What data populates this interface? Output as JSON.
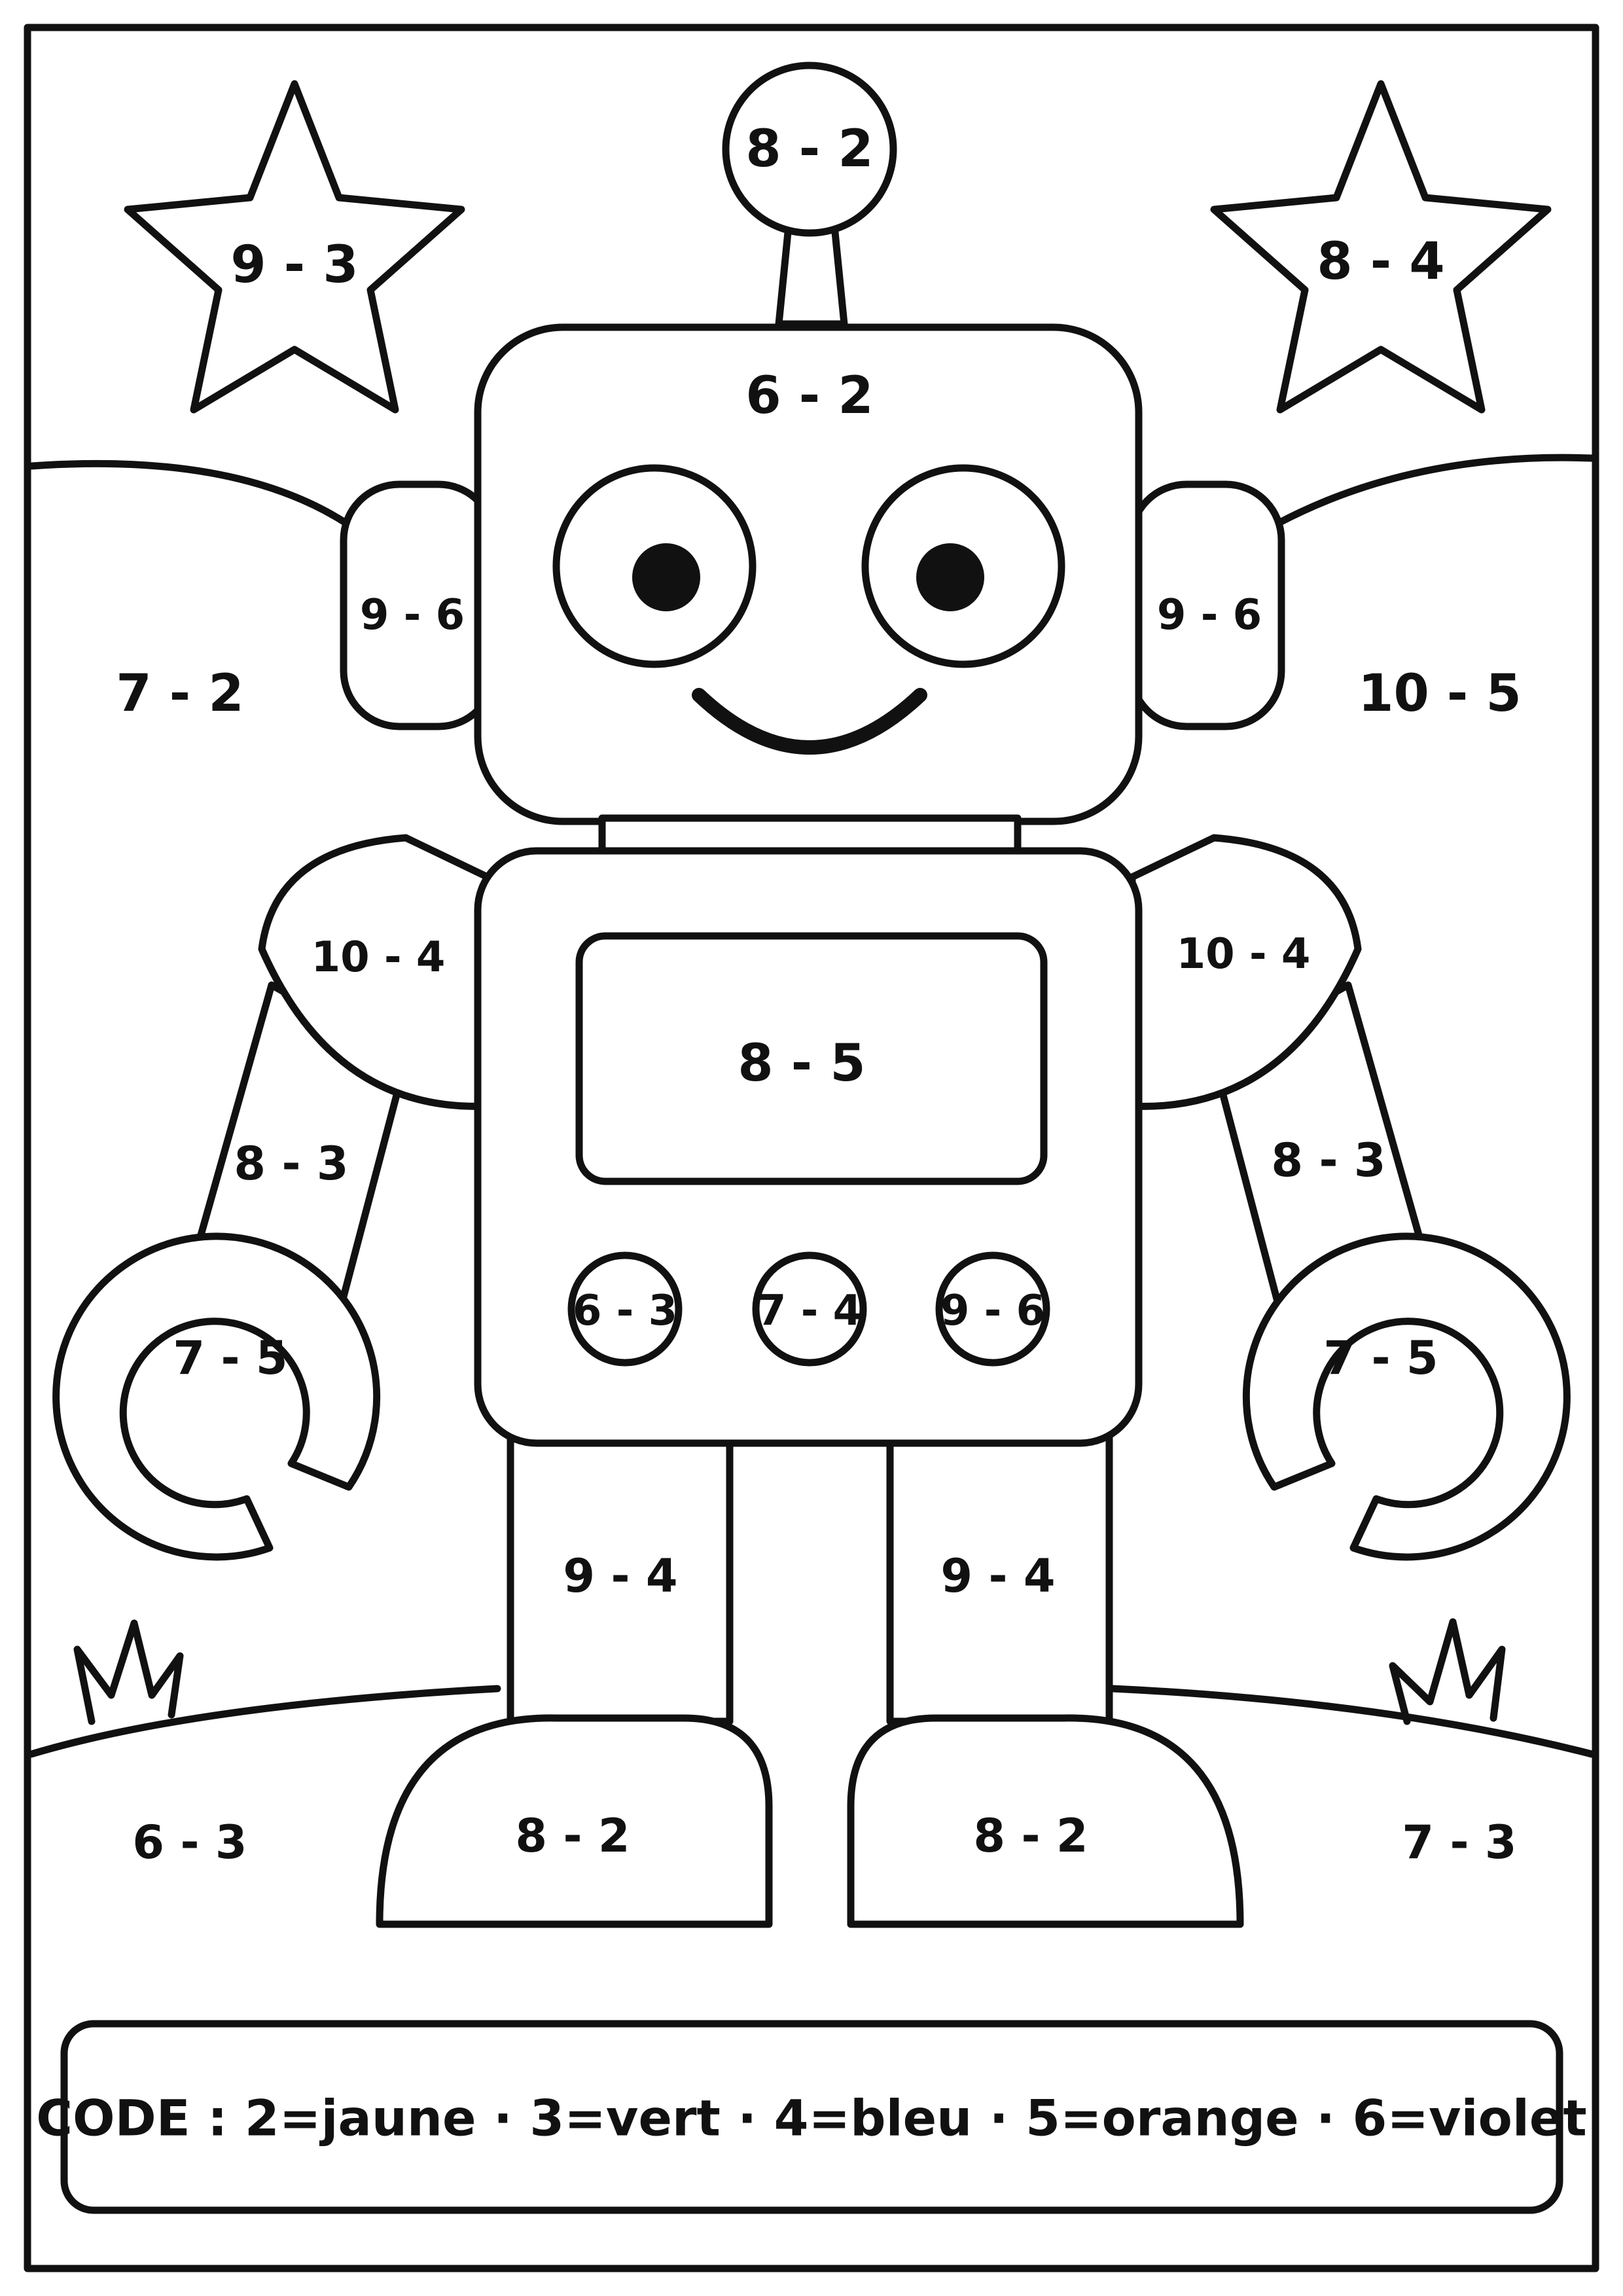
{
  "zones": {
    "antenna_ball": "8 - 2",
    "star_left": "9 - 3",
    "star_right": "8 - 4",
    "head": "6 - 2",
    "ear_left": "9 - 6",
    "ear_right": "9 - 6",
    "sky_left": "7 - 2",
    "sky_right": "10 - 5",
    "shoulder_left": "10 - 4",
    "shoulder_right": "10 - 4",
    "screen": "8 - 5",
    "arm_left": "8 - 3",
    "arm_right": "8 - 3",
    "button_1": "6 - 3",
    "button_2": "7 - 4",
    "button_3": "9 - 6",
    "claw_left": "7 - 5",
    "claw_right": "7 - 5",
    "leg_left": "9 - 4",
    "leg_right": "9 - 4",
    "ground_left": "6 - 3",
    "foot_left": "8 - 2",
    "foot_right": "8 - 2",
    "ground_right": "7 - 3"
  },
  "legend": {
    "text": "CODE : 2=jaune · 3=vert · 4=bleu · 5=orange · 6=violet"
  }
}
